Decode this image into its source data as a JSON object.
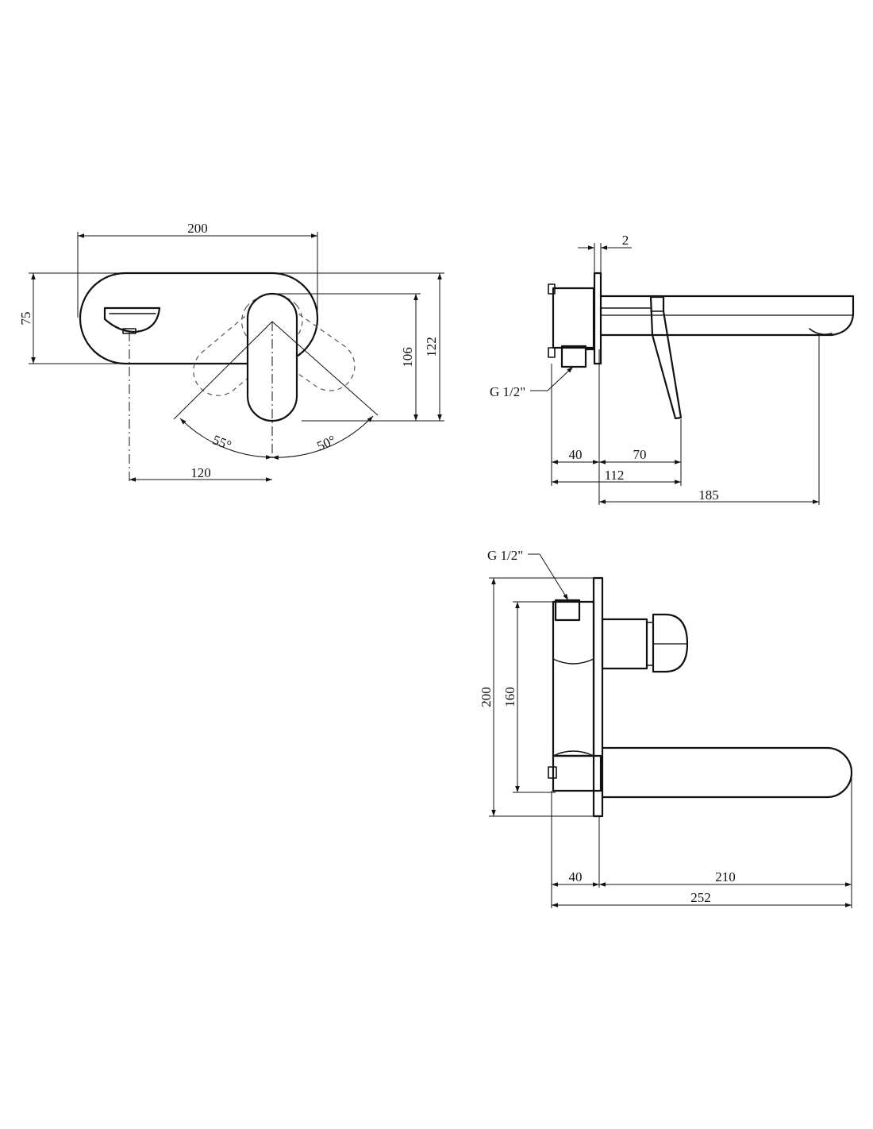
{
  "diagram": {
    "front_view": {
      "dim_width": "200",
      "dim_plate_height": "75",
      "dim_handle_height": "106",
      "dim_total_height": "122",
      "dim_spout_to_handle": "120",
      "angle_left": "55°",
      "angle_right": "50°"
    },
    "side_view": {
      "dim_plate": "2",
      "dim_body": "40",
      "dim_handle_reach": "70",
      "dim_body_to_handle": "112",
      "dim_spout_reach": "185",
      "connection_label": "G 1/2\""
    },
    "top_view": {
      "connection_label": "G 1/2\"",
      "dim_total_height": "200",
      "dim_inlet_spacing": "160",
      "dim_body": "40",
      "dim_spout": "210",
      "dim_total_depth": "252"
    }
  }
}
